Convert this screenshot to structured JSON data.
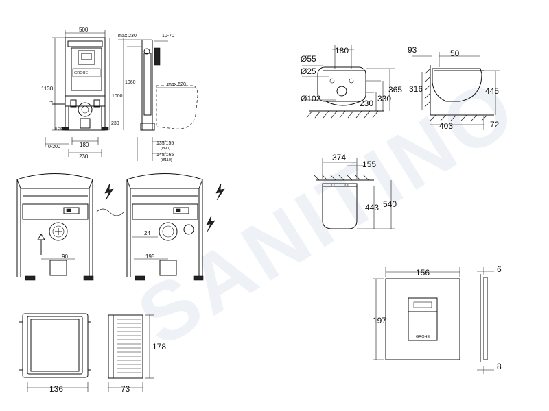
{
  "watermark": {
    "text": "SANITINO"
  },
  "frame_drawing": {
    "width": "500",
    "max_depth": "max.230",
    "adjust": "10-70",
    "height_total": "1130",
    "height_1": "1060",
    "height_2": "1000",
    "max_620": "max.620",
    "floor": "0-200",
    "width_180": "180",
    "width_230": "230",
    "bottom_230": "230",
    "small_0_200": "0-200",
    "depth_1": "135/155",
    "depth_1_note": "(Ø90)",
    "depth_2": "145/165",
    "depth_2_note": "(Ø110)",
    "brand": "GROHE"
  },
  "install_left": {
    "dim_90": "90"
  },
  "install_right": {
    "dim_24": "24",
    "dim_195": "195"
  },
  "panel_front": {
    "width": "136"
  },
  "panel_side": {
    "depth": "73",
    "height": "178"
  },
  "wc_front": {
    "d55": "Ø55",
    "d25": "Ø25",
    "d102": "Ø102",
    "w180": "180",
    "h230": "230",
    "h330": "330",
    "h365": "365"
  },
  "wc_side": {
    "d93": "93",
    "d50": "50",
    "h316": "316",
    "h445": "445",
    "l403": "403",
    "d72": "72"
  },
  "wc_top": {
    "w374": "374",
    "w155": "155",
    "h443": "443",
    "h540": "540"
  },
  "plate_front": {
    "width": "156",
    "height": "197",
    "brand": "GROHE"
  },
  "plate_side": {
    "d6": "6",
    "d8": "8"
  }
}
